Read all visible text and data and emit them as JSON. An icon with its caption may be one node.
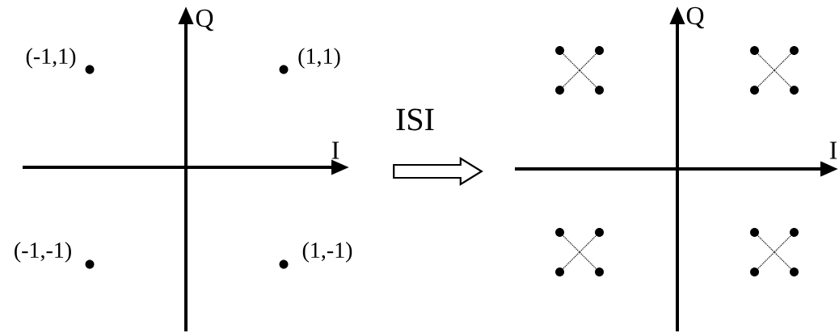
{
  "diagram": {
    "nodes": [
      {
        "text": [],
        "shape": "picture"
      },
      {
        "text": [],
        "shape": "picture"
      }
    ],
    "edges": [
      {
        "from": 0,
        "to": 1,
        "arrow": "to",
        "label": "ISI"
      }
    ],
    "labels": [
      "Q",
      "(-1,1)",
      "(1,1)",
      "I",
      "(-1,-1)",
      "(1,-1)",
      "Q",
      "I"
    ]
  }
}
